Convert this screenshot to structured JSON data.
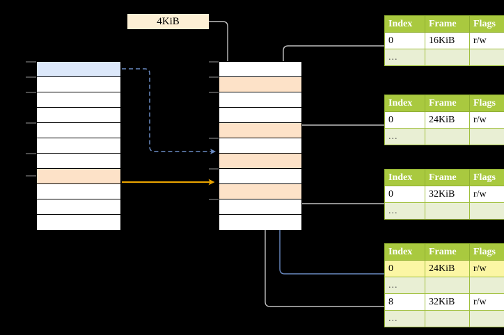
{
  "size_label": {
    "text": "4KiB"
  },
  "virtual_column": {
    "name": "virtual-address-space",
    "rows": [
      {
        "fill": "blue"
      },
      {
        "fill": "white"
      },
      {
        "fill": "white"
      },
      {
        "fill": "white"
      },
      {
        "fill": "white"
      },
      {
        "fill": "white"
      },
      {
        "fill": "white"
      },
      {
        "fill": "peach"
      },
      {
        "fill": "white"
      },
      {
        "fill": "white"
      },
      {
        "fill": "white"
      }
    ]
  },
  "physical_column": {
    "name": "physical-memory",
    "rows": [
      {
        "fill": "white"
      },
      {
        "fill": "peach"
      },
      {
        "fill": "white"
      },
      {
        "fill": "white"
      },
      {
        "fill": "peach"
      },
      {
        "fill": "white"
      },
      {
        "fill": "peach"
      },
      {
        "fill": "white"
      },
      {
        "fill": "peach"
      },
      {
        "fill": "white"
      },
      {
        "fill": "white"
      }
    ]
  },
  "tables": [
    {
      "name": "page-table-level-1",
      "headers": [
        "Index",
        "Frame",
        "Flags"
      ],
      "rows": [
        {
          "type": "data",
          "cells": [
            "0",
            "16KiB",
            "r/w"
          ],
          "highlight": [
            false,
            false,
            false
          ]
        },
        {
          "type": "ellipsis",
          "cells": [
            "...",
            "",
            ""
          ]
        }
      ]
    },
    {
      "name": "page-table-level-2",
      "headers": [
        "Index",
        "Frame",
        "Flags"
      ],
      "rows": [
        {
          "type": "data",
          "cells": [
            "0",
            "24KiB",
            "r/w"
          ],
          "highlight": [
            false,
            false,
            false
          ]
        },
        {
          "type": "ellipsis",
          "cells": [
            "...",
            "",
            ""
          ]
        }
      ]
    },
    {
      "name": "page-table-level-3",
      "headers": [
        "Index",
        "Frame",
        "Flags"
      ],
      "rows": [
        {
          "type": "data",
          "cells": [
            "0",
            "32KiB",
            "r/w"
          ],
          "highlight": [
            false,
            false,
            false
          ]
        },
        {
          "type": "ellipsis",
          "cells": [
            "...",
            "",
            ""
          ]
        }
      ]
    },
    {
      "name": "page-table-level-4",
      "headers": [
        "Index",
        "Frame",
        "Flags"
      ],
      "rows": [
        {
          "type": "data",
          "cells": [
            "0",
            "24KiB",
            "r/w"
          ],
          "highlight": [
            true,
            true,
            true
          ]
        },
        {
          "type": "ellipsis",
          "cells": [
            "...",
            "",
            ""
          ]
        },
        {
          "type": "data",
          "cells": [
            "8",
            "32KiB",
            "r/w"
          ],
          "highlight": [
            false,
            false,
            false
          ]
        },
        {
          "type": "ellipsis",
          "cells": [
            "...",
            "",
            ""
          ]
        }
      ]
    }
  ],
  "colors": {
    "header_green": "#A9C93F",
    "ellipsis_green": "#E9EFD4",
    "highlight_yellow": "#FBF6A4",
    "peach": "#FDE2C8",
    "blue_fill": "#DCE8FA",
    "orange_arrow": "#E8A200",
    "blue_arrow": "#6B8CC4",
    "gray_arrow": "#BFBFBF",
    "label_bg": "#FDF0D5"
  }
}
